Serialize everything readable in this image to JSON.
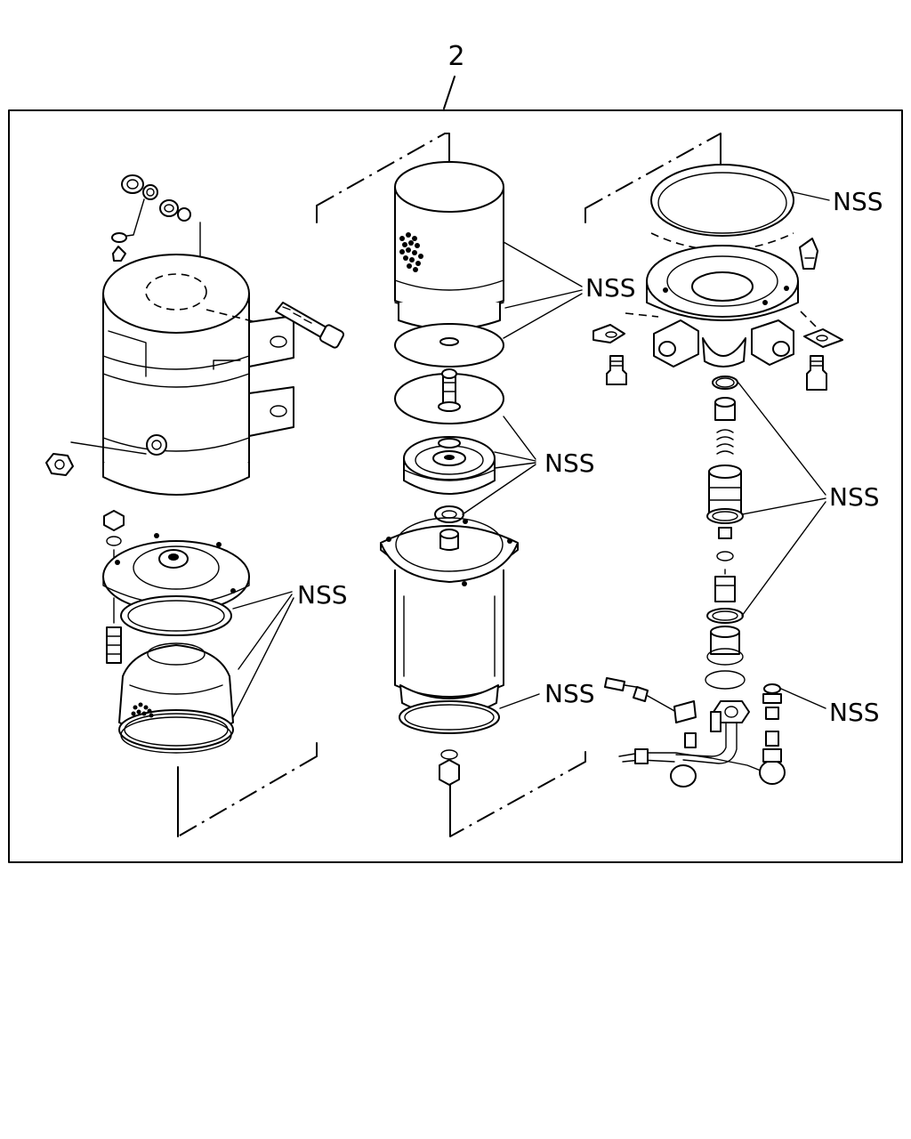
{
  "diagram": {
    "reference_number": "2",
    "callouts": [
      {
        "id": "nss-1",
        "text": "NSS"
      },
      {
        "id": "nss-2",
        "text": "NSS"
      },
      {
        "id": "nss-3",
        "text": "NSS"
      },
      {
        "id": "nss-4",
        "text": "NSS"
      },
      {
        "id": "nss-5",
        "text": "NSS"
      },
      {
        "id": "nss-6",
        "text": "NSS"
      },
      {
        "id": "nss-7",
        "text": "NSS"
      }
    ]
  }
}
